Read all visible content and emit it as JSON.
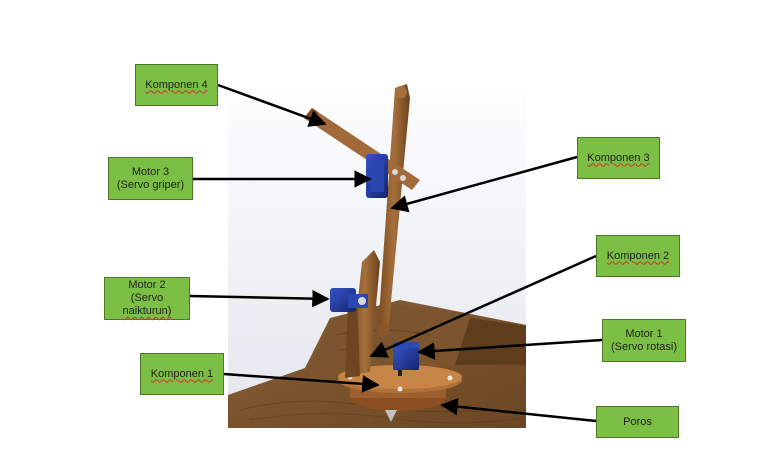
{
  "labels": {
    "komponen4": [
      "Komponen 4"
    ],
    "motor3": [
      "Motor 3",
      "(Servo griper)"
    ],
    "motor2": [
      "Motor 2",
      "(Servo",
      "naikturun)"
    ],
    "komponen1": [
      "Komponen 1"
    ],
    "komponen3": [
      "Komponen 3"
    ],
    "komponen2": [
      "Komponen 2"
    ],
    "motor1": [
      "Motor 1",
      "(Servo rotasi)"
    ],
    "poros": [
      "Poros"
    ]
  },
  "colors": {
    "label_fill": "#7cbf45",
    "wood": "#8b5a2b",
    "servo": "#1f3f9f",
    "arrow": "#000000"
  }
}
